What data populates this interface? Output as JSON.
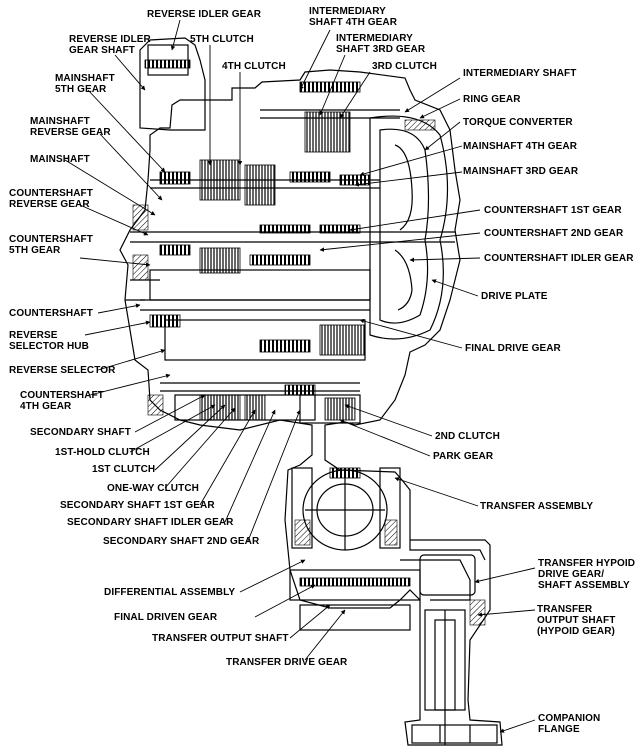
{
  "labels": {
    "reverse_idler_gear": "REVERSE IDLER GEAR",
    "intermediary_shaft_4th_gear": "INTERMEDIARY\nSHAFT 4TH GEAR",
    "reverse_idler_gear_shaft": "REVERSE IDLER\nGEAR SHAFT",
    "fifth_clutch": "5TH CLUTCH",
    "intermediary_shaft_3rd_gear": "INTERMEDIARY\nSHAFT 3RD GEAR",
    "fourth_clutch": "4TH CLUTCH",
    "third_clutch": "3RD CLUTCH",
    "mainshaft_5th_gear": "MAINSHAFT\n5TH GEAR",
    "intermediary_shaft": "INTERMEDIARY SHAFT",
    "ring_gear": "RING GEAR",
    "mainshaft_reverse_gear": "MAINSHAFT\nREVERSE GEAR",
    "torque_converter": "TORQUE CONVERTER",
    "mainshaft_4th_gear": "MAINSHAFT 4TH GEAR",
    "mainshaft": "MAINSHAFT",
    "mainshaft_3rd_gear": "MAINSHAFT 3RD GEAR",
    "countershaft_reverse_gear": "COUNTERSHAFT\nREVERSE GEAR",
    "countershaft_1st_gear": "COUNTERSHAFT 1ST GEAR",
    "countershaft_5th_gear": "COUNTERSHAFT\n5TH GEAR",
    "countershaft_2nd_gear": "COUNTERSHAFT 2ND GEAR",
    "countershaft_idler_gear": "COUNTERSHAFT IDLER GEAR",
    "drive_plate": "DRIVE PLATE",
    "countershaft": "COUNTERSHAFT",
    "reverse_selector_hub": "REVERSE\nSELECTOR HUB",
    "final_drive_gear": "FINAL DRIVE GEAR",
    "reverse_selector": "REVERSE SELECTOR",
    "countershaft_4th_gear": "COUNTERSHAFT\n4TH GEAR",
    "secondary_shaft": "SECONDARY SHAFT",
    "second_clutch": "2ND CLUTCH",
    "first_hold_clutch": "1ST-HOLD CLUTCH",
    "park_gear": "PARK GEAR",
    "first_clutch": "1ST CLUTCH",
    "one_way_clutch": "ONE-WAY CLUTCH",
    "secondary_shaft_1st_gear": "SECONDARY SHAFT 1ST GEAR",
    "transfer_assembly": "TRANSFER ASSEMBLY",
    "secondary_shaft_idler_gear": "SECONDARY SHAFT IDLER GEAR",
    "secondary_shaft_2nd_gear": "SECONDARY SHAFT 2ND GEAR",
    "transfer_hypoid_drive_gear": "TRANSFER HYPOID\nDRIVE GEAR/\nSHAFT ASSEMBLY",
    "differential_assembly": "DIFFERENTIAL ASSEMBLY",
    "transfer_output_shaft_hypoid": "TRANSFER\nOUTPUT SHAFT\n(HYPOID GEAR)",
    "final_driven_gear": "FINAL DRIVEN GEAR",
    "transfer_output_shaft": "TRANSFER OUTPUT SHAFT",
    "transfer_drive_gear": "TRANSFER DRIVE GEAR",
    "companion_flange": "COMPANION\nFLANGE"
  }
}
